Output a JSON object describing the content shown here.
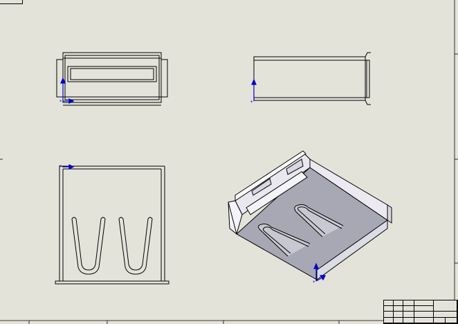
{
  "app": {
    "window_type": "cad-drawing-sheet",
    "background_color": "#e4e3da",
    "line_color": "#000000",
    "axis_color": "#0000cc",
    "shaded_color": "#a8a8b4"
  },
  "views": [
    {
      "name": "front-view"
    },
    {
      "name": "right-view"
    },
    {
      "name": "top-view"
    },
    {
      "name": "isometric-view"
    }
  ],
  "title_block": {
    "cells": [
      "",
      "",
      "",
      "",
      "",
      "",
      "",
      "",
      "",
      "",
      "",
      "",
      "",
      "",
      "",
      "",
      "",
      "",
      "",
      ""
    ]
  }
}
